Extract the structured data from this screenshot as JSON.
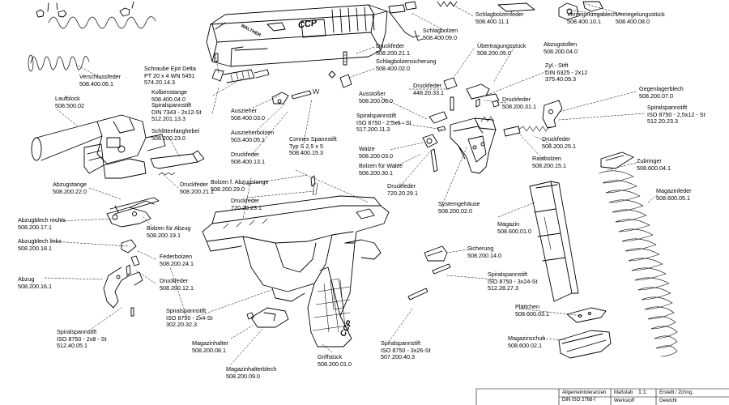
{
  "parts": [
    {
      "id": "schlagbolzenfeder",
      "name": "Schlagbolzenfeder",
      "number": "508.400.11.1"
    },
    {
      "id": "verriegelungsblech",
      "name": "Verriegelungsblech",
      "number": "508.400.10.1"
    },
    {
      "id": "verriegelungsstueck",
      "name": "Verriegelungsstück",
      "number": "508.400.08.0"
    },
    {
      "id": "schlagbolzen",
      "name": "Schlagbolzen",
      "number": "508.400.09.0"
    },
    {
      "id": "druckfeder-211",
      "name": "Druckfeder",
      "number": "508.200.21.1"
    },
    {
      "id": "uebertragungsstueck",
      "name": "Übertragungsstück",
      "number": "508.200.05.0"
    },
    {
      "id": "abzugstollen",
      "name": "Abzugstollen",
      "number": "508.200.04.0"
    },
    {
      "id": "schlagbolzensicherung",
      "name": "Schlagbolzensicherung",
      "number": "508.400.02.0"
    },
    {
      "id": "zyl-stift",
      "name": "Zyl.- Stift",
      "lines": [
        "DIN 6325 - 2x12"
      ],
      "number": "375.40.09.3"
    },
    {
      "id": "verschlussfeder",
      "name": "Verschlussfeder",
      "number": "508.400.06.1"
    },
    {
      "id": "schraube-ejot",
      "name": "Schraube Ejot Delta",
      "lines": [
        "PT 20 x 4 WN 5451"
      ],
      "number": "574.20.14.3"
    },
    {
      "id": "druckfeder-44820",
      "name": "Druckfeder",
      "number": "448.20.33.1"
    },
    {
      "id": "druckfeder-311",
      "name": "Druckfeder",
      "number": "508.200.31.1"
    },
    {
      "id": "gegenlagerblech",
      "name": "Gegenlagerblech",
      "number": "508.200.07.0"
    },
    {
      "id": "laufblock",
      "name": "Laufblock",
      "number": "508.500.02"
    },
    {
      "id": "kolbenstange",
      "name": "Kolbenstange",
      "number": "508.400.04.0"
    },
    {
      "id": "ausstosser",
      "name": "Ausstoßer",
      "number": "508.200.06.0"
    },
    {
      "id": "spiralspannstift-7343",
      "name": "Spiralspannstift",
      "lines": [
        "DIN 7343 - 2x12-St"
      ],
      "number": "512.201.13.3"
    },
    {
      "id": "auszieher",
      "name": "Auszieher",
      "number": "508.400.03.0"
    },
    {
      "id": "spiralspannstift-2x5",
      "name": "Spiralspannstift",
      "lines": [
        "ISO 8750 - 2,5x6 - St"
      ],
      "number": "517.200.11.3"
    },
    {
      "id": "spiralspannstift-25x12",
      "name": "Spiralspannstift",
      "lines": [
        "ISO 8750 - 2,5x12 - St"
      ],
      "number": "512.20.23.3"
    },
    {
      "id": "schlittenfangehebel",
      "name": "Schlittenfanghebel",
      "number": "508.200.23.0"
    },
    {
      "id": "auszieherbolzen",
      "name": "Auszieherbolzen",
      "number": "503.400.05.1"
    },
    {
      "id": "druckfeder-251",
      "name": "Druckfeder",
      "number": "508.200.25.1"
    },
    {
      "id": "connex-spannstift",
      "name": "Connex Spannstift",
      "lines": [
        "Typ S 2,5 x 5"
      ],
      "number": "508.400.15.3"
    },
    {
      "id": "walze",
      "name": "Walze",
      "number": "508.200.03.0"
    },
    {
      "id": "zubringer",
      "name": "Zubringer",
      "number": "508.600.04.1"
    },
    {
      "id": "rastbolzen",
      "name": "Rastbolzen",
      "number": "508.200.15.1"
    },
    {
      "id": "druckfeder-1311",
      "name": "Druckfeder",
      "number": "508.400.13.1"
    },
    {
      "id": "bolzen-fuer-walze",
      "name": "Bolzen für Walze",
      "number": "508.200.30.1"
    },
    {
      "id": "druckfeder-2121",
      "name": "Druckfeder",
      "number": "508.200.21.1"
    },
    {
      "id": "abzugstange",
      "name": "Abzugstange",
      "number": "508.200.22.0"
    },
    {
      "id": "bolzen-abzugstange",
      "name": "Bolzen f. Abzugstange",
      "number": "508.200.29.0"
    },
    {
      "id": "druckfeder-72029",
      "name": "Druckfeder",
      "number": "720.20.29.1"
    },
    {
      "id": "magazinfeder",
      "name": "Magazinfeder",
      "number": "508.600.05.1"
    },
    {
      "id": "druckfeder-72023",
      "name": "Druckfeder",
      "number": "720.20.23.1"
    },
    {
      "id": "systemgehaeuse",
      "name": "Systemgehäuse",
      "number": "508.200.02.0"
    },
    {
      "id": "abzugblech-rechts",
      "name": "Abzugblech rechts",
      "number": "508.200.17.1"
    },
    {
      "id": "bolzen-fuer-abzug",
      "name": "Bolzen für Abzug",
      "number": "508.200.19.1"
    },
    {
      "id": "magazin",
      "name": "Magazin",
      "number": "508.600.01.0"
    },
    {
      "id": "abzugblech-links",
      "name": "Abzugblech links",
      "number": "508.200.18.1"
    },
    {
      "id": "sicherung",
      "name": "Sicherung",
      "number": "508.200.14.0"
    },
    {
      "id": "federbolzen",
      "name": "Federbolzen",
      "number": "508.200.24.1"
    },
    {
      "id": "abzug",
      "name": "Abzug",
      "number": "508.200.16.1"
    },
    {
      "id": "druckfeder-121",
      "name": "Druckfeder",
      "number": "508.200.12.1"
    },
    {
      "id": "spiralspannstift-3x24",
      "name": "Spiralspannstift",
      "lines": [
        "ISO 8750 - 3x24-St"
      ],
      "number": "512.28.27.3"
    },
    {
      "id": "spiralspannstift-2x4",
      "name": "Spiralspannstift",
      "lines": [
        "ISO 8750 - 2x4-St"
      ],
      "number": "302.20.32.3"
    },
    {
      "id": "plaettchen",
      "name": "Plättchen",
      "number": "508.600.03.1"
    },
    {
      "id": "spiralspannstift-2x8",
      "name": "Spiralspannstift",
      "lines": [
        "ISO 8750 - 2x8 - St"
      ],
      "number": "512.40.05.1"
    },
    {
      "id": "magazinhalter",
      "name": "Magazinhalter",
      "number": "508.200.08.1"
    },
    {
      "id": "spiralspannstift-3x26",
      "name": "Spiralspannstift",
      "lines": [
        "ISO 8750 - 3x26-St"
      ],
      "number": "507.200.40.3"
    },
    {
      "id": "magazinschuh",
      "name": "Magazinschuh",
      "number": "508.600.02.1"
    },
    {
      "id": "magazinhalterblech",
      "name": "Magazinhalterblech",
      "number": "508.200.09.0"
    },
    {
      "id": "griffstueck",
      "name": "Griffstück",
      "number": "508.200.01.0"
    }
  ],
  "slide_marking": "CCP",
  "brand_marking": "WALTHER",
  "grip_marking": "CCP",
  "title_block": {
    "tolerance_label": "Allgemeintoleranzen",
    "tolerance_value": "DIN ISO 2768-f",
    "scale_label": "Maßstab",
    "scale_value": "1:1",
    "werkstoff_label": "Werkstoff",
    "status_label": "Erstellt / Zchng.",
    "status_value": "Gewicht"
  }
}
